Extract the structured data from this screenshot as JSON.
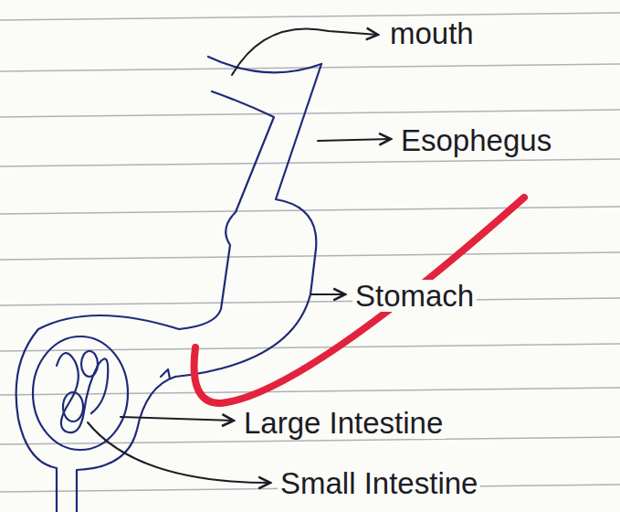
{
  "diagram": {
    "labels": [
      "mouth",
      "Esophegus",
      "Stomach",
      "Large Intestine",
      "Small Intestine"
    ]
  }
}
